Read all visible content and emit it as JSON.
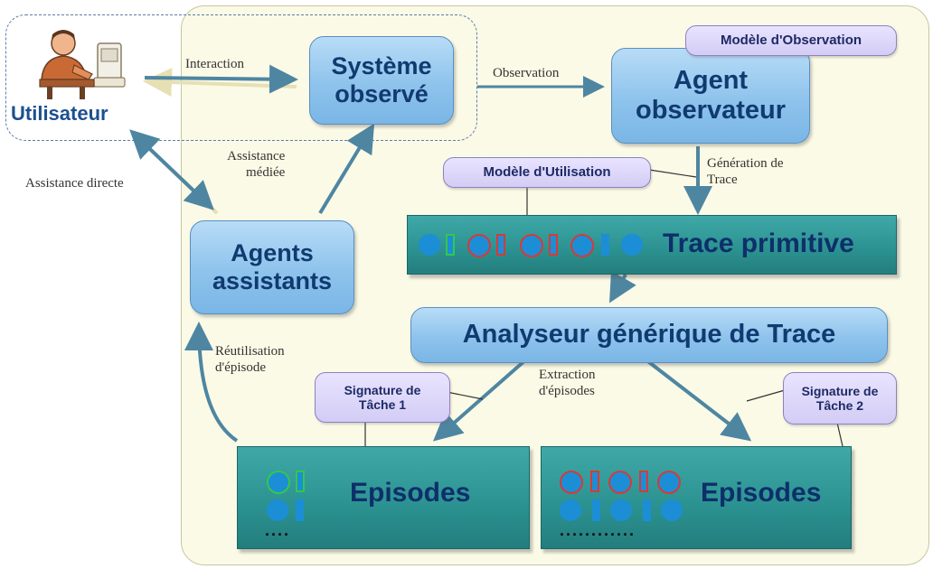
{
  "user": {
    "label": "Utilisateur"
  },
  "nodes": {
    "systeme": [
      "Système",
      "observé"
    ],
    "agent_obs": [
      "Agent",
      "observateur"
    ],
    "assistants": [
      "Agents",
      "assistants"
    ],
    "analyseur": "Analyseur générique de Trace"
  },
  "bands": {
    "trace": "Trace primitive",
    "episodes1": "Episodes",
    "episodes2": "Episodes"
  },
  "tags": {
    "modele_obs": "Modèle d'Observation",
    "modele_util": "Modèle d'Utilisation",
    "sig1": [
      "Signature de",
      "Tâche 1"
    ],
    "sig2": [
      "Signature de",
      "Tâche 2"
    ]
  },
  "labels": {
    "interaction": "Interaction",
    "observation": "Observation",
    "generation": [
      "Génération de",
      "Trace"
    ],
    "assistance_mediee": [
      "Assistance",
      "médiée"
    ],
    "assistance_directe": "Assistance directe",
    "reutilisation": [
      "Réutilisation",
      "d'épisode"
    ],
    "extraction": [
      "Extraction",
      "d'épisodes"
    ]
  },
  "ellipsis": {
    "episodes1": "....",
    "episodes2": "............"
  },
  "colors": {
    "node_fill": "#8ec3ec",
    "band_fill": "#2b9190",
    "arrow": "#4e86a2",
    "shape_fill": "#1c8ed6",
    "shape_border_red": "#d63a3a",
    "shape_border_green": "#34c74a"
  }
}
